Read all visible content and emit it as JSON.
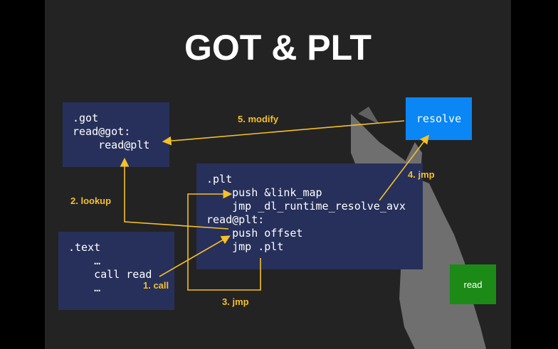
{
  "title": "GOT & PLT",
  "got_box": {
    "lines": [
      ".got",
      "read@got:",
      "    read@plt"
    ]
  },
  "plt_box": {
    "lines": [
      ".plt",
      "    push &link_map",
      "    jmp _dl_runtime_resolve_avx",
      "read@plt:",
      "    push offset",
      "    jmp .plt"
    ]
  },
  "text_box": {
    "lines": [
      ".text",
      "    …",
      "    call read",
      "    …"
    ]
  },
  "resolve_label": "resolve",
  "read_label": "read",
  "steps": {
    "call": "1. call",
    "lookup": "2. lookup",
    "jmp3": "3. jmp",
    "jmp4": "4. jmp",
    "modify": "5. modify"
  },
  "colors": {
    "box": "#26305a",
    "resolve": "#0a86f5",
    "read": "#1b8a17",
    "arrow": "#f6c028",
    "background": "#232323"
  }
}
